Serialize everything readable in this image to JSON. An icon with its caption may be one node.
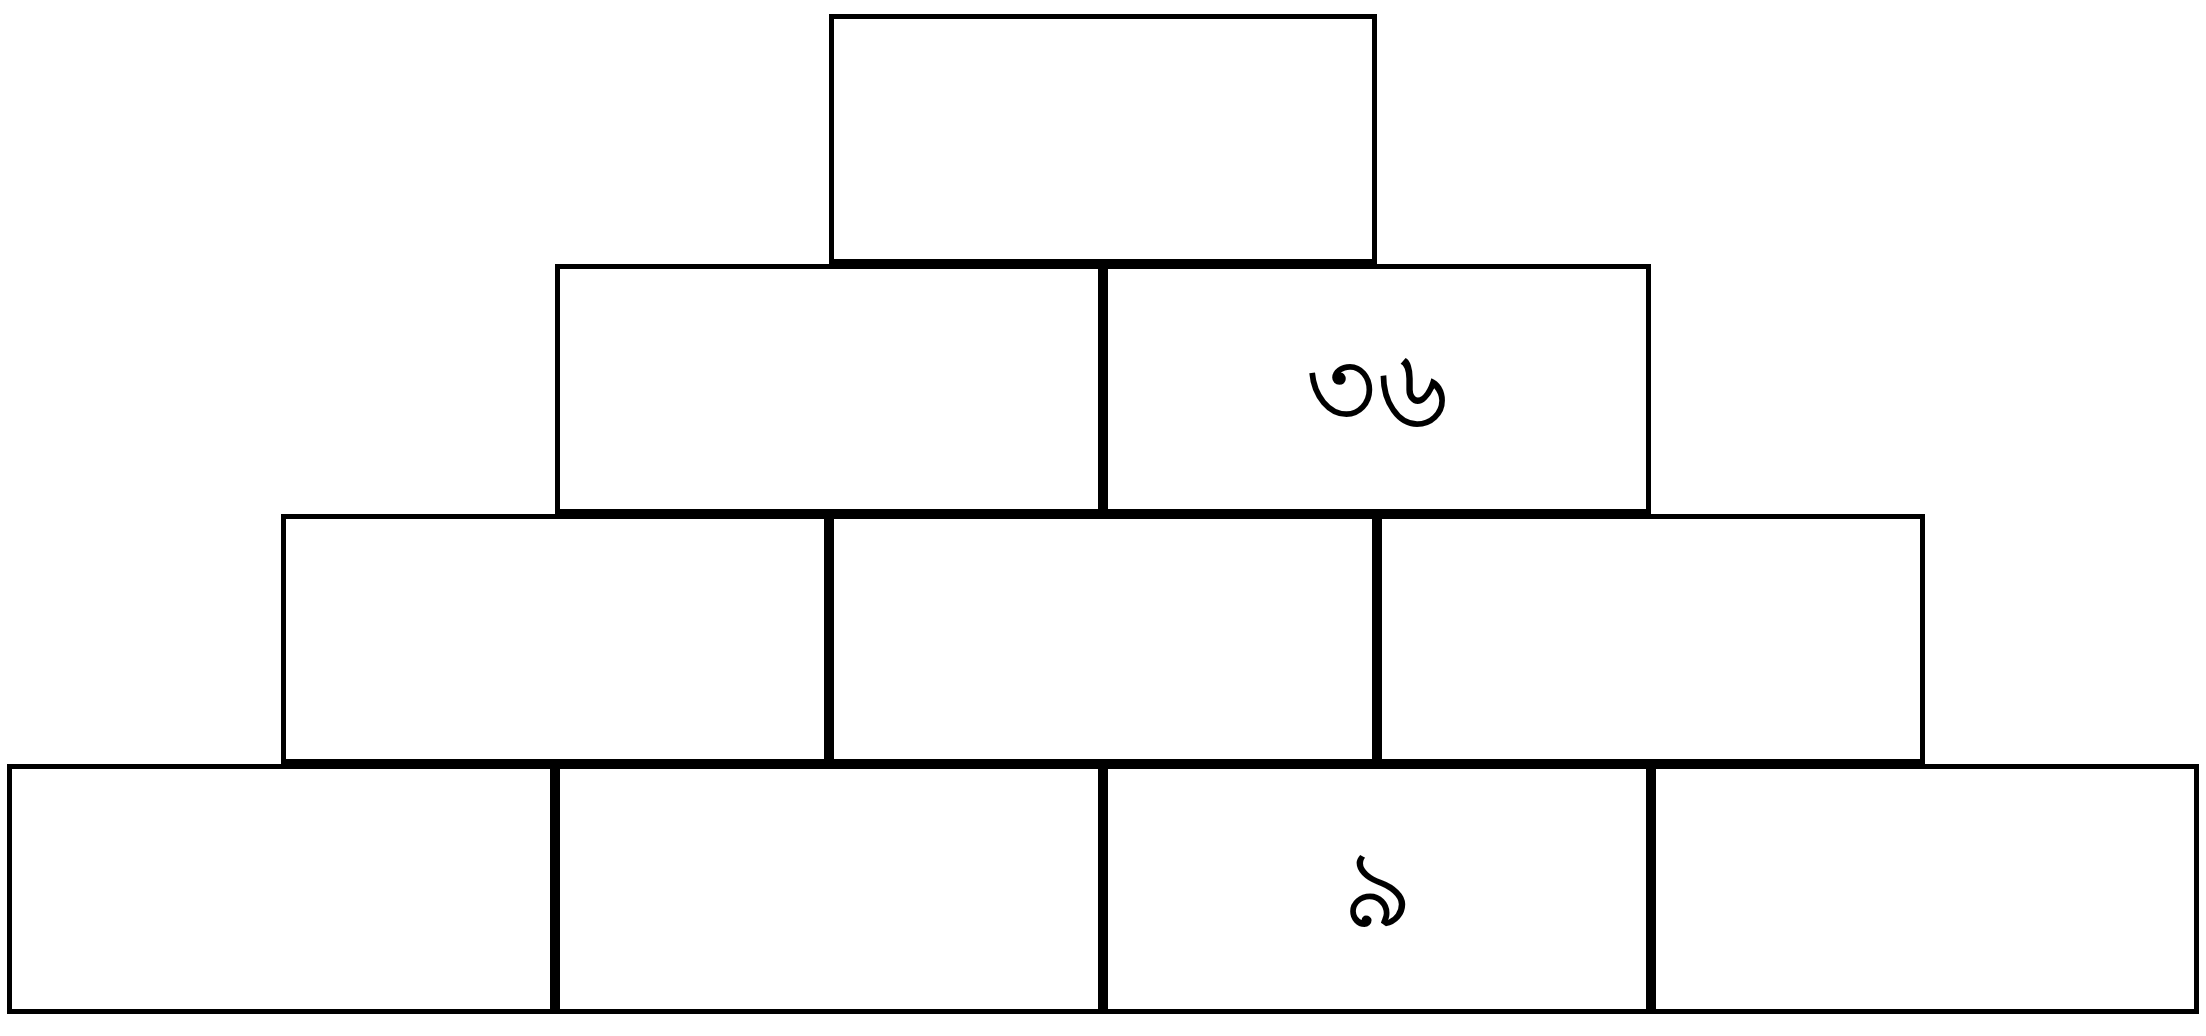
{
  "diagram": {
    "nodes": [
      {
        "text": [],
        "shape": "box"
      },
      {
        "text": [],
        "shape": "box"
      },
      {
        "text": [
          "৩৬"
        ]
      },
      {
        "text": [],
        "shape": "box"
      },
      {
        "text": [],
        "shape": "box"
      },
      {
        "text": [],
        "shape": "box"
      },
      {
        "text": [],
        "shape": "box"
      },
      {
        "text": [],
        "shape": "box"
      },
      {
        "text": [
          "৯"
        ]
      },
      {
        "text": [],
        "shape": "box"
      }
    ]
  }
}
